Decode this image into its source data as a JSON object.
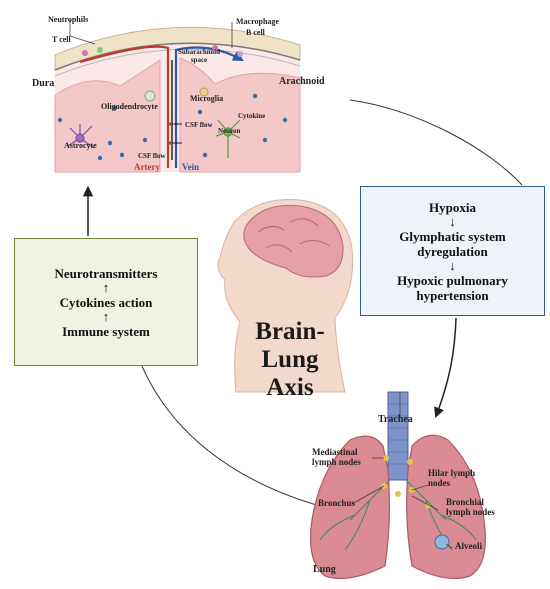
{
  "brain_section": {
    "labels": {
      "neutrophils": "Neutrophils",
      "t_cell": "T cell",
      "macrophage": "Macrophage",
      "b_cell": "B cell",
      "subarachnoid": "Subarachnoid space",
      "dura": "Dura",
      "arachnoid": "Arachnoid",
      "oligodendrocyte": "Oligodendrocyte",
      "microglia": "Microglia",
      "cytokine": "Cytokine",
      "csf_flow_1": "CSF flow",
      "csf_flow_2": "CSF flow",
      "neuron": "Neuron",
      "astrocyte": "Astrocyte",
      "artery": "Artery",
      "vein": "Vein"
    },
    "colors": {
      "tissue": "#f4c7c8",
      "skull": "#efe2c5",
      "artery": "#c0392b",
      "vein": "#2c5aa0"
    }
  },
  "axis_title": {
    "line1": "Brain-Lung",
    "line2": "Axis"
  },
  "hypoxia_box": {
    "items": [
      "Hypoxia",
      "Glymphatic system dyregulation",
      "Hypoxic pulmonary hypertension"
    ],
    "arrow": "↓",
    "colors": {
      "fill": "#eef3f9",
      "border": "#2f5f8f"
    }
  },
  "immune_box": {
    "items": [
      "Neurotransmitters",
      "Cytokines action",
      "Immune system"
    ],
    "arrow": "↑",
    "colors": {
      "fill": "#eef3e3",
      "border": "#6d8a3c"
    }
  },
  "lung_section": {
    "labels": {
      "trachea": "Trachea",
      "mediastinal": "Mediastinal lymph nodes",
      "hilar": "Hilar lymph nodes",
      "bronchus": "Bronchus",
      "bronchial": "Bronchial lymph nodes",
      "alveoli": "Alveoli",
      "lung": "Lung"
    },
    "colors": {
      "lung": "#d98a92",
      "trachea": "#7d93c9",
      "node": "#e8c24a",
      "vessel": "#3d8a4f"
    }
  }
}
